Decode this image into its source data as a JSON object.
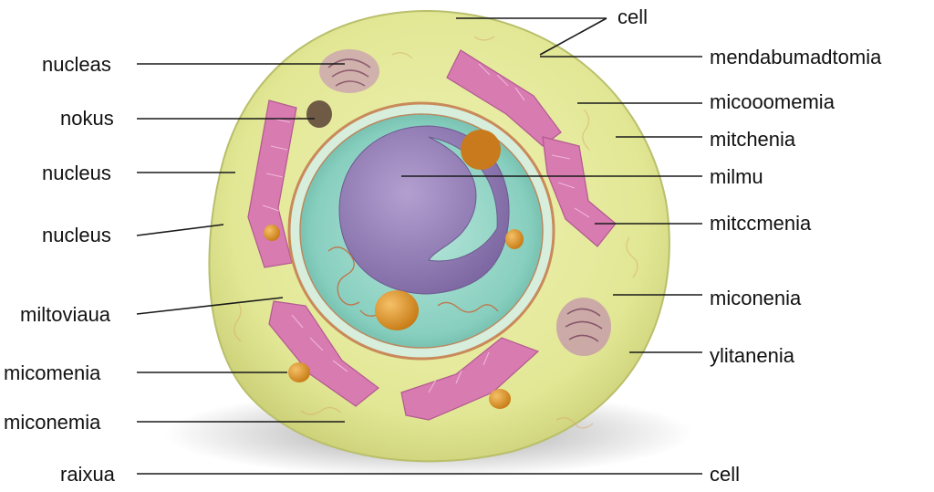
{
  "labels_left": [
    {
      "id": "nucleas",
      "text": "nucleas"
    },
    {
      "id": "nokus",
      "text": "nokus"
    },
    {
      "id": "nucleus-1",
      "text": "nucleus"
    },
    {
      "id": "nucleus-2",
      "text": "nucleus"
    },
    {
      "id": "miltoviaua",
      "text": "miltoviaua"
    },
    {
      "id": "micomenia",
      "text": "micomenia"
    },
    {
      "id": "miconemia",
      "text": "miconemia"
    },
    {
      "id": "raixua",
      "text": "raixua"
    }
  ],
  "labels_right": [
    {
      "id": "cell-top",
      "text": "cell"
    },
    {
      "id": "mendabumadtomia",
      "text": "mendabumadtomia"
    },
    {
      "id": "micooomemia",
      "text": "micooomemia"
    },
    {
      "id": "mitchenia",
      "text": "mitchenia"
    },
    {
      "id": "milmu",
      "text": "milmu"
    },
    {
      "id": "mitccmenia",
      "text": "mitccmenia"
    },
    {
      "id": "miconenia",
      "text": "miconenia"
    },
    {
      "id": "ylitanenia",
      "text": "ylitanenia"
    },
    {
      "id": "cell-bottom",
      "text": "cell"
    }
  ],
  "colors": {
    "cytoplasm": "#e6ea9c",
    "cell_edge": "#b9bf6a",
    "nuclear_envelope": "#c9e8d7",
    "nucleoplasm": "#8fd3c4",
    "nucleolus": "#9a86b9",
    "mitochondria": "#d77bb1",
    "vesicle": "#e39a2b",
    "golgi": "#b88a9a"
  }
}
